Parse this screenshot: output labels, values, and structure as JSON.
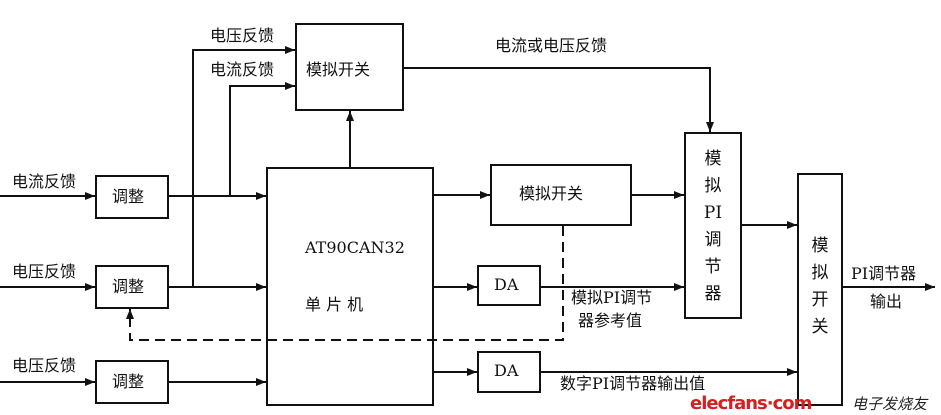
{
  "labels": {
    "in_current": "电流反馈",
    "in_voltage": "电压反馈",
    "in_voltage2": "电压反馈",
    "top_voltage": "电压反馈",
    "top_current": "电流反馈",
    "feedback_top": "电流或电压反馈",
    "adjust1": "调整",
    "adjust2": "调整",
    "adjust3": "调整",
    "switch_top": "模拟开关",
    "switch_mid": "模拟开关",
    "mcu_model": "AT90CAN32",
    "mcu_name": "单 片 机",
    "da1": "DA",
    "da2": "DA",
    "pi_box": [
      "模",
      "拟",
      "PI",
      "调",
      "节",
      "器"
    ],
    "final_switch": [
      "模",
      "拟",
      "开",
      "关"
    ],
    "ref_label_1": "模拟PI调节",
    "ref_label_2": "器参考值",
    "digital_label": "数字PI调节器输出值",
    "output_1": "PI调节器",
    "output_2": "输出"
  },
  "watermark": {
    "site": "elecfans·com",
    "cn": "电子发烧友"
  }
}
